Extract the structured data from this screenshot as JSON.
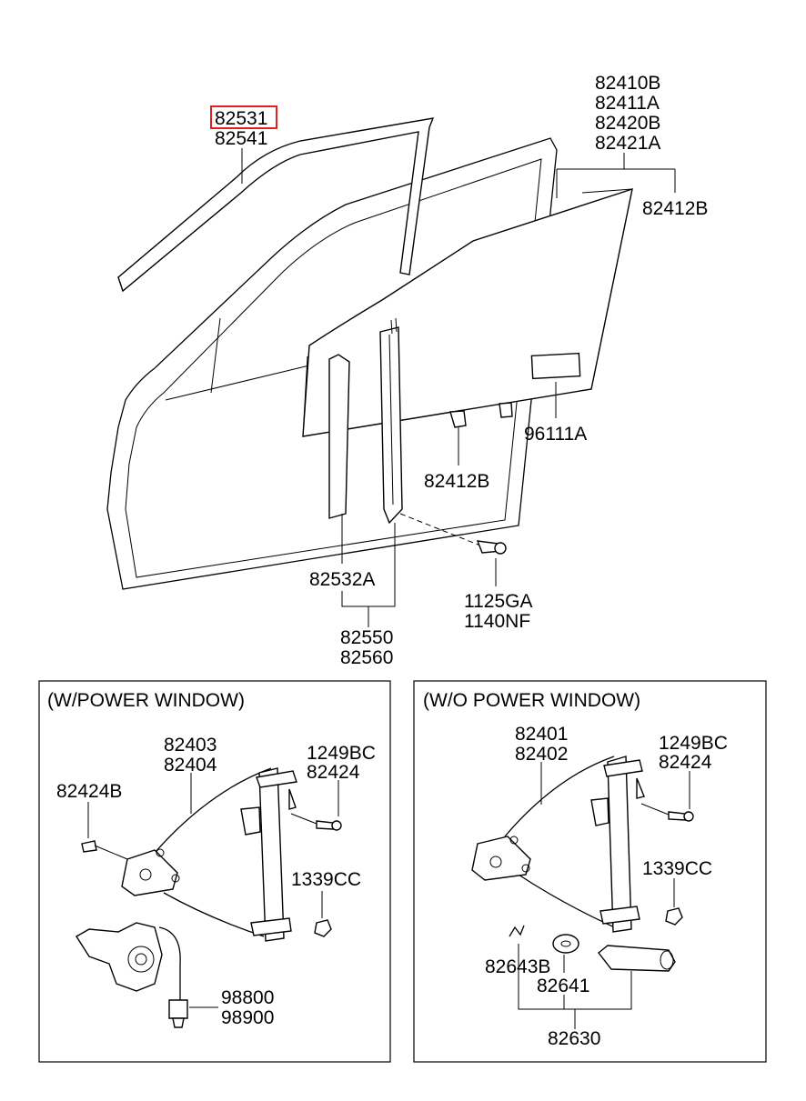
{
  "highlight_color": "#e02020",
  "labels": {
    "p82531": "82531",
    "p82541": "82541",
    "p82410B": "82410B",
    "p82411A": "82411A",
    "p82420B": "82420B",
    "p82421A": "82421A",
    "p82412B_top": "82412B",
    "p96111A": "96111A",
    "p82412B_mid": "82412B",
    "p82532A": "82532A",
    "p1125GA": "1125GA",
    "p1140NF": "1140NF",
    "p82550": "82550",
    "p82560": "82560"
  },
  "power_window": {
    "title": "(W/POWER WINDOW)",
    "p82403": "82403",
    "p82404": "82404",
    "p82424B": "82424B",
    "p1249BC": "1249BC",
    "p82424": "82424",
    "p1339CC": "1339CC",
    "p98800": "98800",
    "p98900": "98900"
  },
  "manual_window": {
    "title": "(W/O POWER WINDOW)",
    "p82401": "82401",
    "p82402": "82402",
    "p1249BC": "1249BC",
    "p82424": "82424",
    "p1339CC": "1339CC",
    "p82643B": "82643B",
    "p82641": "82641",
    "p82630": "82630"
  }
}
